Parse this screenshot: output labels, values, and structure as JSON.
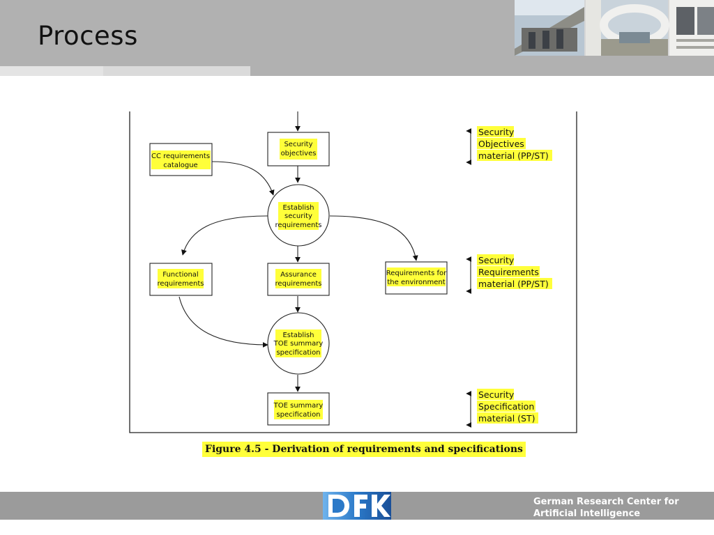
{
  "slide": {
    "title": "Process"
  },
  "diagram": {
    "boxes": {
      "security_objectives": [
        "Security",
        "objectives"
      ],
      "cc_catalogue": [
        "CC requirements",
        "catalogue"
      ],
      "functional": [
        "Functional",
        "requirements"
      ],
      "assurance": [
        "Assurance",
        "requirements"
      ],
      "environment": [
        "Requirements for",
        "the environment"
      ],
      "toe_spec": [
        "TOE summary",
        "specification"
      ]
    },
    "processes": {
      "establish_security": [
        "Establish",
        "security",
        "requirements"
      ],
      "establish_toe": [
        "Establish",
        "TOE summary",
        "specification"
      ]
    },
    "side_labels": {
      "objectives_material": [
        "Security",
        "Objectives",
        "material (PP/ST)"
      ],
      "requirements_material": [
        "Security",
        "Requirements",
        "material (PP/ST)"
      ],
      "specification_material": [
        "Security",
        "Specification",
        "material (ST)"
      ]
    },
    "caption": "Figure 4.5  -  Derivation of requirements and specifications"
  },
  "footer": {
    "org_line1": "German Research Center for",
    "org_line2": "Artificial Intelligence"
  },
  "colors": {
    "highlight": "#ffff3a",
    "header_gray": "#b1b1b1",
    "footer_gray": "#9b9b9b"
  }
}
